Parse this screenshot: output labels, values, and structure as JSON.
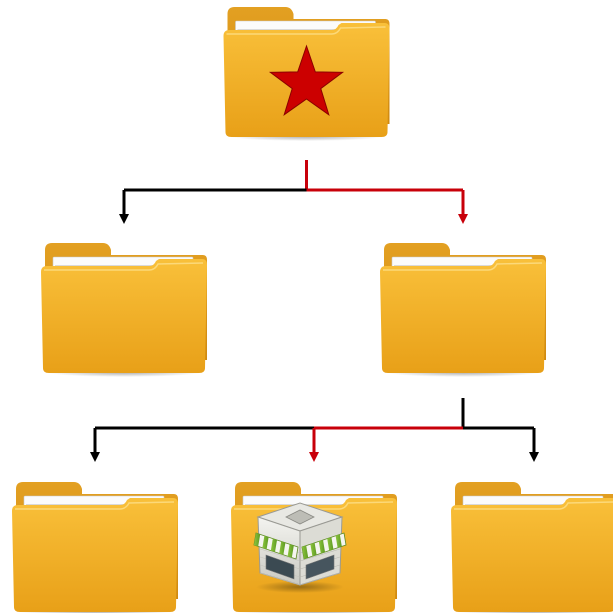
{
  "colors": {
    "path_highlight": "#c8000a",
    "connector": "#000000",
    "folder_front_top": "#f7b92e",
    "folder_front_bottom": "#e69a12",
    "folder_back": "#dc9416",
    "star": "#cc0000"
  },
  "nodes": [
    {
      "id": "root",
      "level": 0,
      "icon": "star-icon",
      "on_highlighted_path": true
    },
    {
      "id": "left-child",
      "level": 1,
      "icon": "none",
      "on_highlighted_path": false
    },
    {
      "id": "right-child",
      "level": 1,
      "icon": "none",
      "on_highlighted_path": true
    },
    {
      "id": "grandchild-left",
      "level": 2,
      "icon": "none",
      "on_highlighted_path": false
    },
    {
      "id": "grandchild-middle",
      "level": 2,
      "icon": "storefront-icon",
      "on_highlighted_path": true
    },
    {
      "id": "grandchild-right",
      "level": 2,
      "icon": "none",
      "on_highlighted_path": false
    }
  ],
  "edges": [
    {
      "from": "root",
      "to": "left-child",
      "highlighted": false
    },
    {
      "from": "root",
      "to": "right-child",
      "highlighted": true
    },
    {
      "from": "right-child",
      "to": "grandchild-left",
      "highlighted": false
    },
    {
      "from": "right-child",
      "to": "grandchild-middle",
      "highlighted": true
    },
    {
      "from": "right-child",
      "to": "grandchild-right",
      "highlighted": false
    }
  ]
}
